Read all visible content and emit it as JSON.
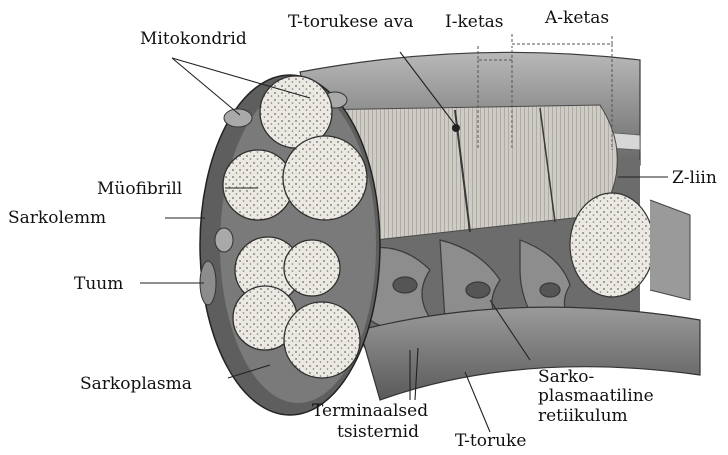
{
  "labels": {
    "mitokondrid": "Mitokondrid",
    "t_torukese_ava": "T-torukese ava",
    "i_ketas": "I-ketas",
    "a_ketas": "A-ketas",
    "z_liin": "Z-liin",
    "muofibrill": "Müofibrill",
    "sarkolemm": "Sarkolemm",
    "tuum": "Tuum",
    "sarkoplasma": "Sarkoplasma",
    "terminaalsed": "Terminaalsed",
    "tsisternid": "tsisternid",
    "t_toruke": "T-toruke",
    "sarko": "Sarko-",
    "plasmaatiline": "plasmaatiline",
    "retiikulum": "retiikulum"
  },
  "colors": {
    "ink": "#111111",
    "membrane": "#8a8a8a",
    "membrane_dark": "#4a4a4a",
    "fibril_face": "#e9e6e0",
    "fibril_side": "#bdbab4",
    "reticulum": "#5a5a5a"
  }
}
